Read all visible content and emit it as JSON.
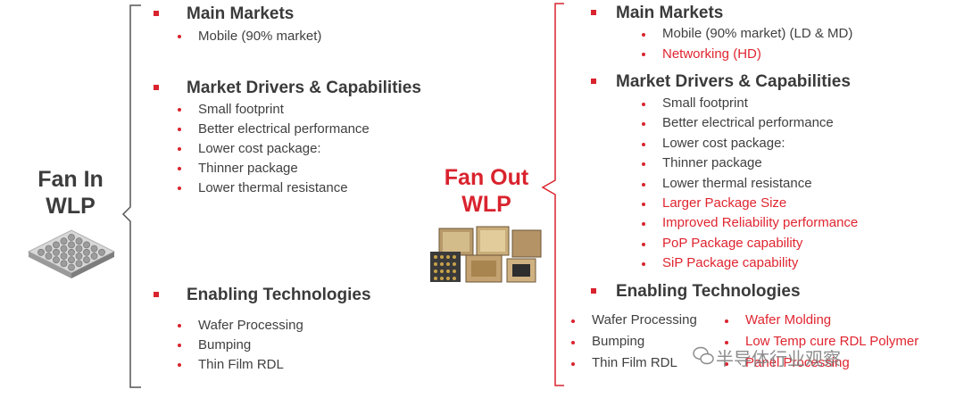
{
  "left": {
    "title_line1": "Fan In",
    "title_line2": "WLP",
    "sections": [
      {
        "heading": "Main Markets",
        "items": [
          {
            "text": "Mobile (90% market)",
            "highlight": false
          }
        ]
      },
      {
        "heading": "Market Drivers & Capabilities",
        "items": [
          {
            "text": "Small footprint",
            "highlight": false
          },
          {
            "text": "Better electrical performance",
            "highlight": false
          },
          {
            "text": "Lower cost package:",
            "highlight": false
          },
          {
            "text": "Thinner package",
            "highlight": false
          },
          {
            "text": "Lower thermal resistance",
            "highlight": false
          }
        ]
      },
      {
        "heading": "Enabling Technologies",
        "items": [
          {
            "text": "Wafer Processing",
            "highlight": false
          },
          {
            "text": "Bumping",
            "highlight": false
          },
          {
            "text": "Thin Film RDL",
            "highlight": false
          }
        ]
      }
    ]
  },
  "right": {
    "title_line1": "Fan Out",
    "title_line2": "WLP",
    "sections": [
      {
        "heading": "Main Markets",
        "items": [
          {
            "text": "Mobile (90% market) (LD & MD)",
            "highlight": false
          },
          {
            "text": "Networking (HD)",
            "highlight": true
          }
        ]
      },
      {
        "heading": "Market Drivers & Capabilities",
        "items": [
          {
            "text": "Small footprint",
            "highlight": false
          },
          {
            "text": "Better electrical performance",
            "highlight": false
          },
          {
            "text": "Lower cost package:",
            "highlight": false
          },
          {
            "text": "Thinner package",
            "highlight": false
          },
          {
            "text": "Lower thermal resistance",
            "highlight": false
          },
          {
            "text": "Larger Package Size",
            "highlight": true
          },
          {
            "text": "Improved Reliability performance",
            "highlight": true
          },
          {
            "text": "PoP Package capability",
            "highlight": true
          },
          {
            "text": "SiP Package capability",
            "highlight": true
          }
        ]
      },
      {
        "heading": "Enabling Technologies",
        "items_col1": [
          {
            "text": "Wafer Processing",
            "highlight": false
          },
          {
            "text": "Bumping",
            "highlight": false
          },
          {
            "text": "Thin Film RDL",
            "highlight": false
          }
        ],
        "items_col2": [
          {
            "text": "Wafer Molding",
            "highlight": true
          },
          {
            "text": "Low Temp cure RDL Polymer",
            "highlight": true
          },
          {
            "text": "Panel Processing",
            "highlight": true
          }
        ]
      }
    ]
  },
  "watermark": "半导体行业观察",
  "colors": {
    "accent": "#d9232e",
    "text": "#3a3a3a"
  }
}
